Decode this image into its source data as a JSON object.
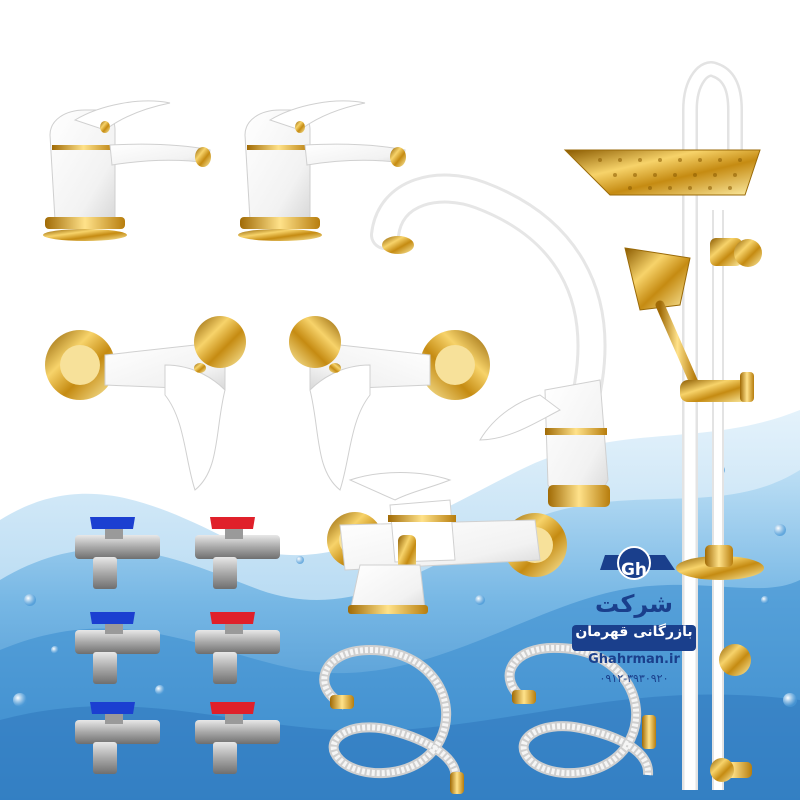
{
  "logo": {
    "monogram": "Gh",
    "line1": "شرکت",
    "line2": "بازرگانی قهرمان",
    "website": "Ghahrman.ir",
    "phone": "۰۹۱۲-۳۹۳۰۹۲۰"
  },
  "colors": {
    "background": "#ffffff",
    "water": "#5aa6dc",
    "water_light": "#a9d3f0",
    "gold": "#d4a017",
    "faucet_white": "#fbfbfb",
    "valve_blue": "#1b3fd1",
    "valve_red": "#e0202a",
    "logo_blue": "#1a3f8c"
  },
  "icons": [
    "faucet-icon",
    "wall-mixer-icon",
    "kitchen-faucet-icon",
    "shower-column-icon",
    "angle-valve-icon",
    "shower-hose-icon"
  ]
}
